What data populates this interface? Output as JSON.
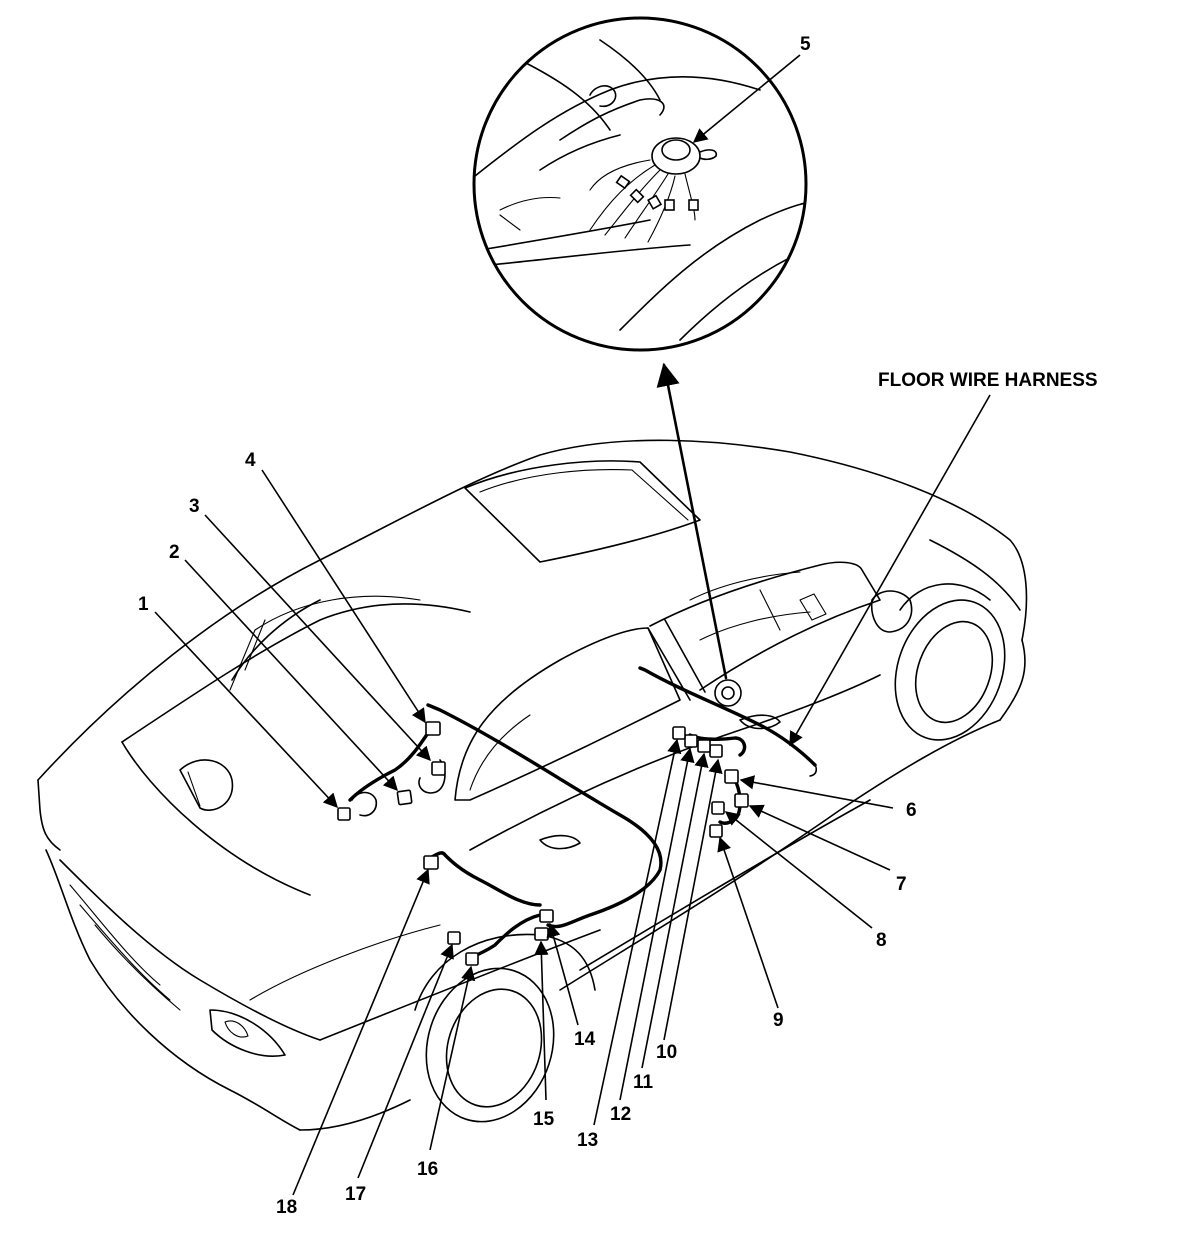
{
  "diagram": {
    "harness_label": "FLOOR WIRE HARNESS",
    "callouts": [
      "1",
      "2",
      "3",
      "4",
      "5",
      "6",
      "7",
      "8",
      "9",
      "10",
      "11",
      "12",
      "13",
      "14",
      "15",
      "16",
      "17",
      "18"
    ]
  }
}
